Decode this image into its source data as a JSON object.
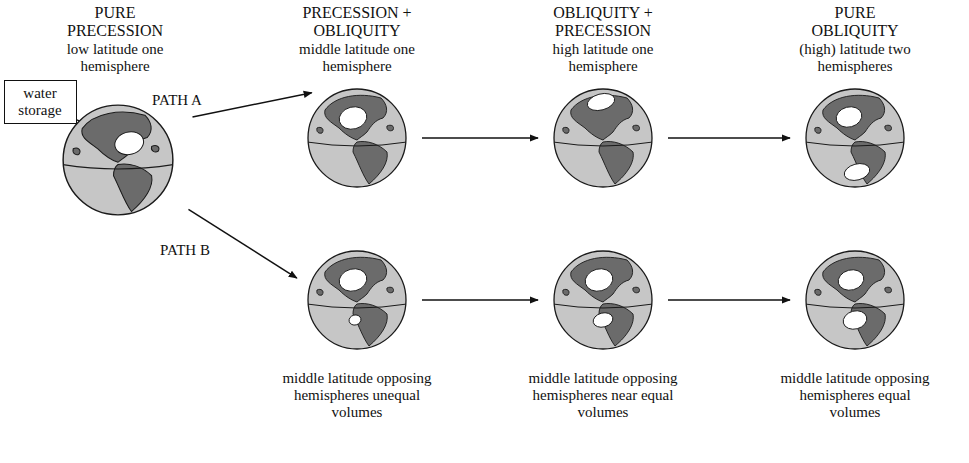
{
  "diagram": {
    "nodes": [
      {
        "text": [
          "water storage"
        ]
      },
      {
        "text": [
          "PURE PRECESSION",
          "low latitude one hemisphere"
        ]
      },
      {
        "text": [
          "PRECESSION + OBLIQUITY",
          "middle latitude one hemisphere"
        ]
      },
      {
        "text": [
          "OBLIQUITY + PRECESSION",
          "high latitude one hemisphere"
        ]
      },
      {
        "text": [
          "PURE OBLIQUITY",
          "(high) latitude two hemispheres"
        ]
      },
      {
        "text": [
          "middle latitude opposing hemispheres unequal volumes"
        ]
      },
      {
        "text": [
          "middle latitude opposing hemispheres near equal volumes"
        ]
      },
      {
        "text": [
          "middle latitude opposing hemispheres equal volumes"
        ]
      }
    ],
    "edges": [
      {
        "from": 1,
        "to": 2,
        "label": "PATH A",
        "arrow": "to"
      },
      {
        "from": 1,
        "to": 5,
        "label": "PATH B",
        "arrow": "to"
      },
      {
        "from": 2,
        "to": 3,
        "arrow": "to"
      },
      {
        "from": 3,
        "to": 4,
        "arrow": "to"
      },
      {
        "from": 5,
        "to": 6,
        "arrow": "to"
      },
      {
        "from": 6,
        "to": 7,
        "arrow": "to"
      },
      {
        "from": 0,
        "to": 1,
        "arrow": "none"
      }
    ]
  }
}
